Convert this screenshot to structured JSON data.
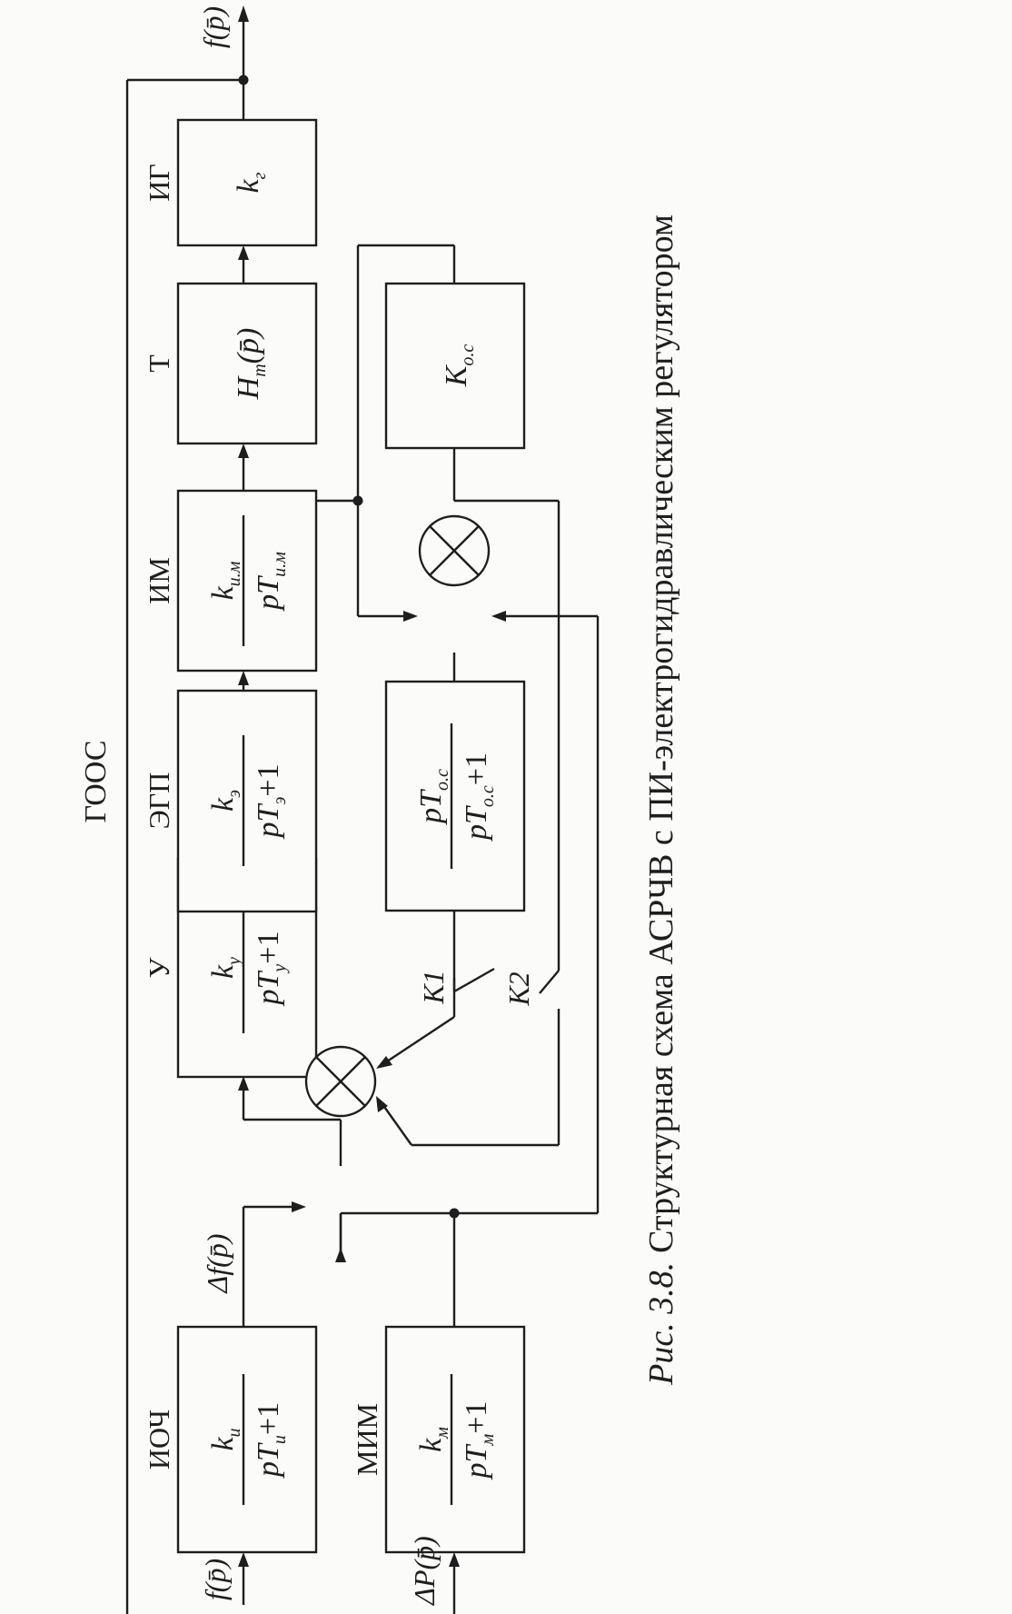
{
  "figure": {
    "caption_prefix": "Рис. 3.8.",
    "caption_text": "Структурная схема АСРЧВ с ПИ-электрогидравлическим регулятором"
  },
  "labels": {
    "gooc": "ГООС",
    "ioch": "ИОЧ",
    "mim": "МИМ",
    "u": "У",
    "egp": "ЭГП",
    "im": "ИМ",
    "t": "Т",
    "ig": "ИГ",
    "k1": "K1",
    "k2": "K2"
  },
  "signals": {
    "input_f": "f(p̄)",
    "input_dP": "ΔP(p̄)",
    "delta_f": "Δf(p̄)",
    "output_f": "f(p̄)"
  },
  "blocks": {
    "ioch": {
      "num": "k",
      "num_sub": "и",
      "den": "pT",
      "den_sub": "и",
      "den_tail": "+1"
    },
    "mim": {
      "num": "k",
      "num_sub": "м",
      "den": "pT",
      "den_sub": "м",
      "den_tail": "+1"
    },
    "u": {
      "num": "k",
      "num_sub": "у",
      "den": "pT",
      "den_sub": "у",
      "den_tail": "+1"
    },
    "egp": {
      "num": "k",
      "num_sub": "э",
      "den": "pT",
      "den_sub": "э",
      "den_tail": "+1"
    },
    "im": {
      "num": "k",
      "num_sub": "и.м",
      "den": "pT",
      "den_sub": "и.м",
      "den_tail": ""
    },
    "t": {
      "main": "H",
      "main_sub": "т",
      "main_tail": "(p̄)"
    },
    "ig": {
      "main": "k",
      "main_sub": "г"
    },
    "koc": {
      "main": "K",
      "main_sub": "о.с"
    },
    "oc_filter": {
      "num": "pT",
      "num_sub": "о.с",
      "den": "pT",
      "den_sub": "о.с",
      "den_tail": "+1"
    }
  }
}
